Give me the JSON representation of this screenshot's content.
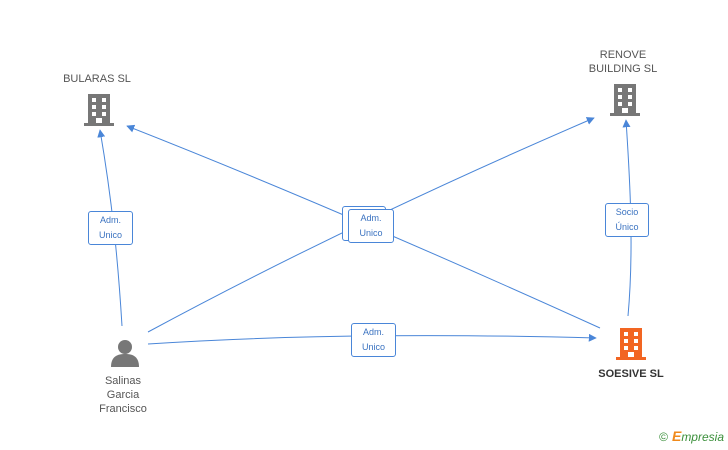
{
  "colors": {
    "edge": "#4a86d8",
    "company_icon": "#777777",
    "highlight_company_icon": "#f26522",
    "person_icon": "#777777"
  },
  "nodes": {
    "bularas": {
      "label": "BULARAS SL",
      "icon": "building-icon"
    },
    "renove": {
      "label": "RENOVE\nBUILDING SL",
      "icon": "building-icon"
    },
    "soesive": {
      "label": "SOESIVE SL",
      "icon": "building-icon"
    },
    "person": {
      "label": "Salinas\nGarcia\nFrancisco",
      "icon": "person-icon"
    }
  },
  "edges": {
    "person_bularas": {
      "label": "Adm.\nUnico"
    },
    "center_overlap": {
      "label": "Adm.\nUnico"
    },
    "person_soesive": {
      "label": "Adm.\nUnico"
    },
    "soesive_renove": {
      "label": "Socio\nÚnico"
    }
  },
  "watermark": {
    "symbol": "©",
    "brand_initial": "E",
    "brand_rest": "mpresia"
  }
}
